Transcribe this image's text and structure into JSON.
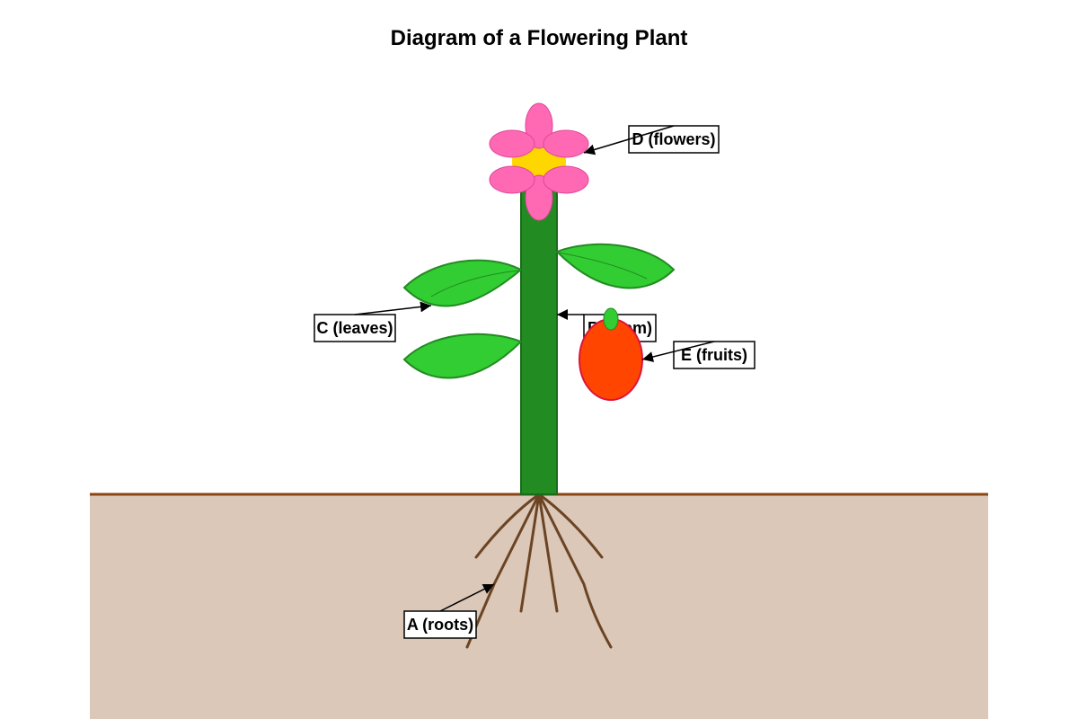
{
  "title": "Diagram of a Flowering Plant",
  "labels": {
    "roots": "A (roots)",
    "stem": "B (stem)",
    "leaves": "C (leaves)",
    "flowers": "D (flowers)",
    "fruits": "E (fruits)"
  },
  "colors": {
    "soil": "#dbc8b9",
    "soil_line": "#8b4513",
    "roots": "#6b4423",
    "stem": "#228b22",
    "stem_outline": "#1a6b1a",
    "leaf": "#32cd32",
    "leaf_outline": "#228b22",
    "petal": "#ff69b4",
    "petal_outline": "#e0459a",
    "flower_center": "#ffd700",
    "fruit": "#ff4500",
    "fruit_outline": "#dc143c",
    "fruit_cap": "#32cd32"
  }
}
